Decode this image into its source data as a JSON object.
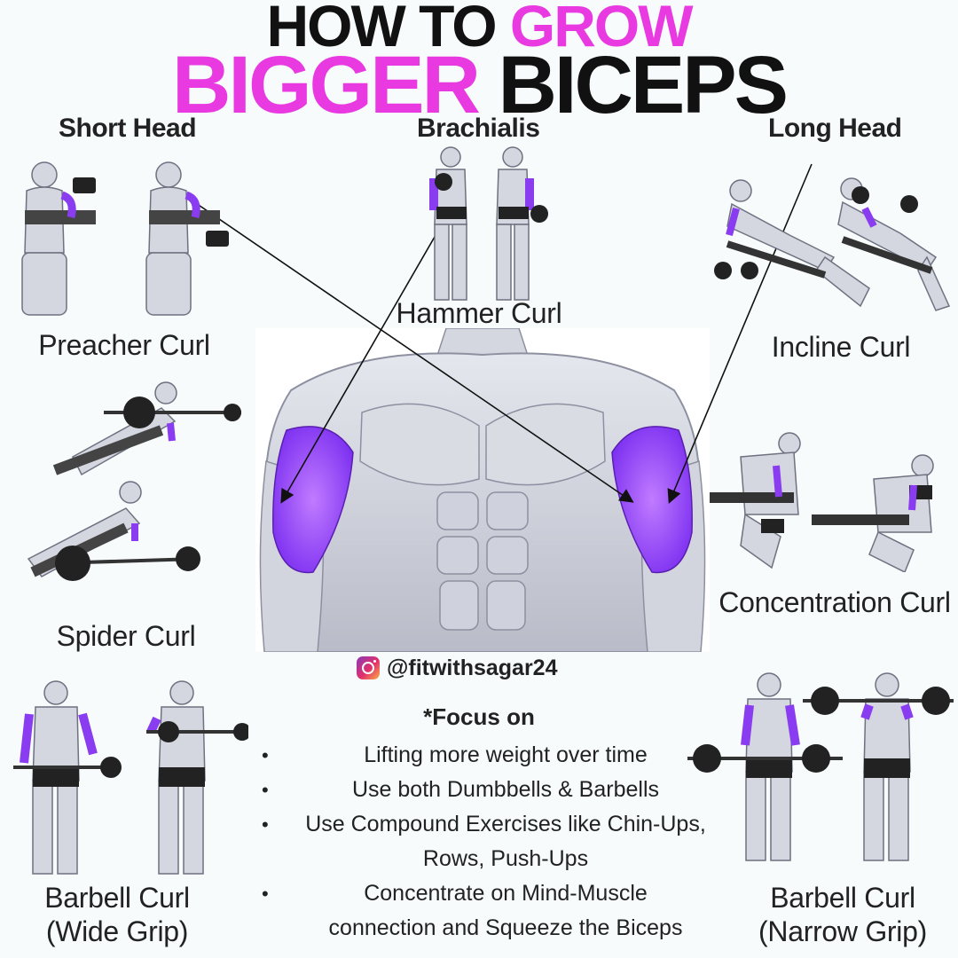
{
  "title": {
    "line1_prefix": "HOW TO ",
    "line1_highlight": "GROW",
    "line2_highlight": "BIGGER",
    "line2_suffix": " BICEPS"
  },
  "sections": {
    "short_head": "Short Head",
    "brachialis": "Brachialis",
    "long_head": "Long Head"
  },
  "exercises": {
    "preacher_curl": "Preacher Curl",
    "hammer_curl": "Hammer Curl",
    "incline_curl": "Incline Curl",
    "spider_curl": "Spider Curl",
    "concentration_curl": "Concentration Curl",
    "barbell_curl_wide": {
      "line1": "Barbell Curl",
      "line2": "(Wide Grip)"
    },
    "barbell_curl_narrow": {
      "line1": "Barbell Curl",
      "line2": "(Narrow Grip)"
    }
  },
  "handle": "@fitwithsagar24",
  "focus": {
    "title": "*Focus on",
    "items": [
      "Lifting more weight over time",
      "Use both Dumbbells & Barbells",
      "Use Compound Exercises like Chin-Ups,",
      "Rows, Push-Ups",
      "Concentrate on Mind-Muscle",
      "connection and Squeeze the Biceps"
    ]
  },
  "colors": {
    "accent_pink": "#e83ae0",
    "muscle_purple": "#8a3cf0",
    "body_gray": "#c8ccd6",
    "text": "#222222"
  }
}
